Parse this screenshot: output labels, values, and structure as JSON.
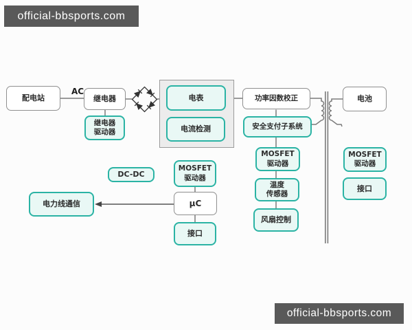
{
  "watermark": {
    "text": "official-bbsports.com"
  },
  "labels": {
    "ac": "AC"
  },
  "colors": {
    "teal_border": "#2ab3a4",
    "teal_fill": "#e9f8f5",
    "white_box_border": "#8f8f8f",
    "container_fill": "#ececec",
    "line": "#7b7b7b",
    "watermark_bg": "#595959",
    "watermark_text": "#ffffff"
  },
  "nodes": {
    "distribution_station": {
      "label": "配电站"
    },
    "relay": {
      "label": "继电器"
    },
    "relay_driver": {
      "label": "继电器\n驱动器"
    },
    "meter": {
      "label": "电表"
    },
    "current_detection": {
      "label": "电流检测"
    },
    "power_factor_correction": {
      "label": "功率因数校正"
    },
    "secure_payment_subsystem": {
      "label": "安全支付子系统"
    },
    "mosfet_driver_mid": {
      "label": "MOSFET\n驱动器"
    },
    "temperature_sensor": {
      "label": "温度\n传感器"
    },
    "fan_control": {
      "label": "风扇控制"
    },
    "battery": {
      "label": "电池"
    },
    "mosfet_driver_right": {
      "label": "MOSFET\n驱动器"
    },
    "interface_right": {
      "label": "接口"
    },
    "dc_dc": {
      "label": "DC-DC"
    },
    "mosfet_driver_left": {
      "label": "MOSFET\n驱动器"
    },
    "microcontroller": {
      "label": "μC"
    },
    "interface_left": {
      "label": "接口"
    },
    "power_line_comm": {
      "label": "电力线通信"
    }
  }
}
